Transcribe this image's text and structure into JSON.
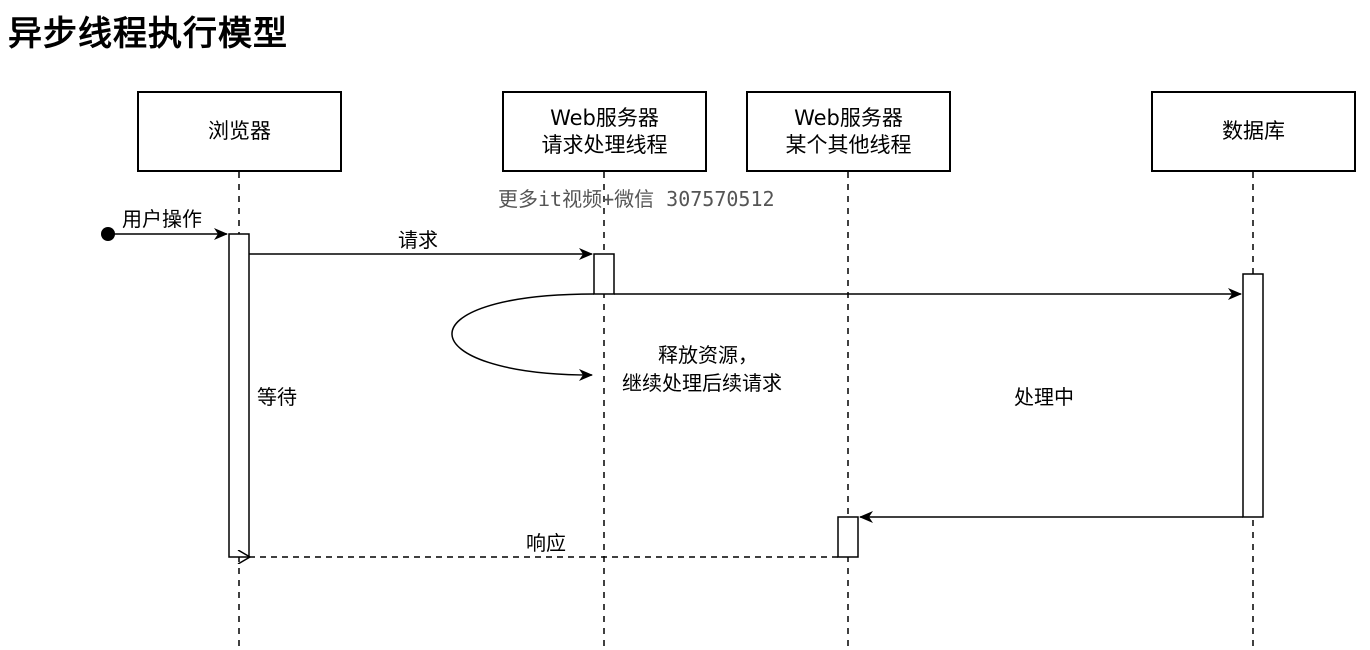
{
  "title": "异步线程执行模型",
  "watermark": "更多it视频+微信 307570512",
  "lifelines": [
    {
      "id": "browser",
      "lines": [
        "浏览器"
      ]
    },
    {
      "id": "web_request",
      "lines": [
        "Web服务器",
        "请求处理线程"
      ]
    },
    {
      "id": "web_other",
      "lines": [
        "Web服务器",
        "某个其他线程"
      ]
    },
    {
      "id": "database",
      "lines": [
        "数据库"
      ]
    }
  ],
  "messages": {
    "user_action": "用户操作",
    "request": "请求",
    "release": [
      "释放资源，",
      "继续处理后续请求"
    ],
    "processing": "处理中",
    "waiting": "等待",
    "response": "响应"
  }
}
